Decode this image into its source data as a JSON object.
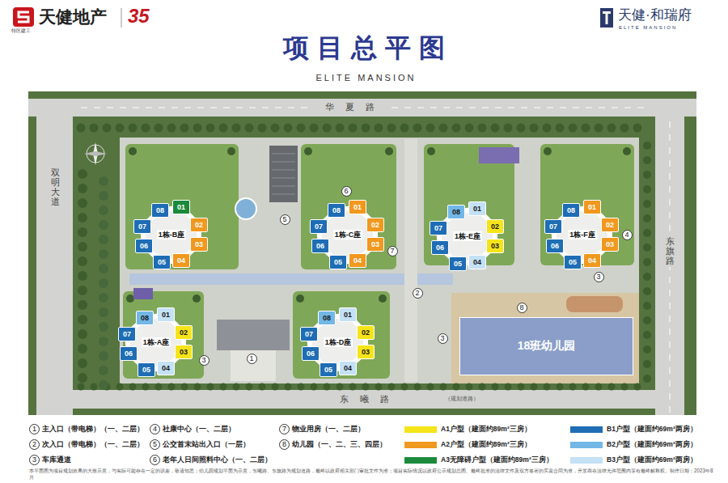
{
  "diagram": {
    "title": "项目总平图",
    "nodes": [
      {
        "text": [
          "1栋-B座"
        ]
      },
      {
        "text": [
          "08"
        ],
        "in": 0
      },
      {
        "text": [
          "01"
        ],
        "in": 0
      },
      {
        "text": [
          "07"
        ],
        "in": 0
      },
      {
        "text": [
          "02"
        ],
        "in": 0
      },
      {
        "text": [
          "06"
        ],
        "in": 0
      },
      {
        "text": [
          "03"
        ],
        "in": 0
      },
      {
        "text": [
          "05"
        ],
        "in": 0
      },
      {
        "text": [
          "04"
        ],
        "in": 0
      },
      {
        "text": [
          "1栋-C座"
        ]
      },
      {
        "text": [
          "08"
        ],
        "in": 9
      },
      {
        "text": [
          "01"
        ],
        "in": 9
      },
      {
        "text": [
          "07"
        ],
        "in": 9
      },
      {
        "text": [
          "02"
        ],
        "in": 9
      },
      {
        "text": [
          "06"
        ],
        "in": 9
      },
      {
        "text": [
          "03"
        ],
        "in": 9
      },
      {
        "text": [
          "05"
        ],
        "in": 9
      },
      {
        "text": [
          "04"
        ],
        "in": 9
      },
      {
        "text": [
          "1栋-E座"
        ]
      },
      {
        "text": [
          "08"
        ],
        "in": 18
      },
      {
        "text": [
          "01"
        ],
        "in": 18
      },
      {
        "text": [
          "07"
        ],
        "in": 18
      },
      {
        "text": [
          "02"
        ],
        "in": 18
      },
      {
        "text": [
          "06"
        ],
        "in": 18
      },
      {
        "text": [
          "03"
        ],
        "in": 18
      },
      {
        "text": [
          "05"
        ],
        "in": 18
      },
      {
        "text": [
          "04"
        ],
        "in": 18
      },
      {
        "text": [
          "1栋-F座"
        ]
      },
      {
        "text": [
          "08"
        ],
        "in": 27
      },
      {
        "text": [
          "01"
        ],
        "in": 27
      },
      {
        "text": [
          "07"
        ],
        "in": 27
      },
      {
        "text": [
          "02"
        ],
        "in": 27
      },
      {
        "text": [
          "06"
        ],
        "in": 27
      },
      {
        "text": [
          "03"
        ],
        "in": 27
      },
      {
        "text": [
          "05"
        ],
        "in": 27
      },
      {
        "text": [
          "04"
        ],
        "in": 27
      },
      {
        "text": [
          "1栋-A座"
        ]
      },
      {
        "text": [
          "08"
        ],
        "in": 36
      },
      {
        "text": [
          "01"
        ],
        "in": 36
      },
      {
        "text": [
          "07"
        ],
        "in": 36
      },
      {
        "text": [
          "02"
        ],
        "in": 36
      },
      {
        "text": [
          "06"
        ],
        "in": 36
      },
      {
        "text": [
          "03"
        ],
        "in": 36
      },
      {
        "text": [
          "05"
        ],
        "in": 36
      },
      {
        "text": [
          "04"
        ],
        "in": 36
      },
      {
        "text": [
          "1栋-D座"
        ]
      },
      {
        "text": [
          "08"
        ],
        "in": 45
      },
      {
        "text": [
          "01"
        ],
        "in": 45
      },
      {
        "text": [
          "07"
        ],
        "in": 45
      },
      {
        "text": [
          "02"
        ],
        "in": 45
      },
      {
        "text": [
          "06"
        ],
        "in": 45
      },
      {
        "text": [
          "03"
        ],
        "in": 45
      },
      {
        "text": [
          "05"
        ],
        "in": 45
      },
      {
        "text": [
          "04"
        ],
        "in": 45
      },
      {
        "text": [
          "18班幼儿园"
        ]
      }
    ],
    "labels": [
      "天健地产",
      "35",
      "特区建工",
      "天健·和瑞府",
      "ELITE MANSION",
      "ELITE MANSION",
      "华夏路",
      "双明大道",
      "东旗路",
      "东曦路",
      "（规划道路）",
      "1",
      "2",
      "3",
      "3",
      "3",
      "4",
      "5",
      "6",
      "7",
      "8",
      "1",
      "2",
      "3",
      "4",
      "5",
      "6",
      "7",
      "8",
      "本平面图为项目规划效果的大致示意，与实际可能存在一定的误差，敬请知悉；幼儿园规划平面为示意，东曦路、东旗路为规划道路，最终以政府相关部门审批文件为准；项目实际情况以政府公示规划总图、最终批准的法律文件及双方签署的买卖合同为准，开发商在法律允许范围内享有最终解释权。制作日期：2023年8月"
    ],
    "legend": [
      {
        "text": "主入口（带电梯）（一、二层）"
      },
      {
        "text": "次入口（带电梯）（一、二层）"
      },
      {
        "text": "车库通道"
      },
      {
        "text": "社康中心（一、二层）"
      },
      {
        "text": "公交首末站出入口（一层）"
      },
      {
        "text": "老年人日间照料中心（一、二层）"
      },
      {
        "text": "物业用房（一、二层）"
      },
      {
        "text": "幼儿园（一、二、三、四层）"
      },
      {
        "text": "A1户型（建面约89m²三房）",
        "color": "#f5e41a"
      },
      {
        "text": "A2户型（建面约89m²三房）",
        "color": "#f1981f"
      },
      {
        "text": "A3无障碍户型（建面约89m²三房）",
        "color": "#1b8a3d"
      },
      {
        "text": "B1户型（建面约69m²两房）",
        "color": "#1e6db5"
      },
      {
        "text": "B2户型（建面约69m²两房）",
        "color": "#72b7e6"
      },
      {
        "text": "B3户型（建面约69m²两房）",
        "color": "#c4e1f5"
      }
    ]
  }
}
